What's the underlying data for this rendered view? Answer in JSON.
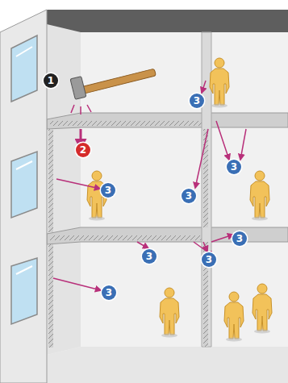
{
  "diagram": {
    "labels": [
      "1",
      "2",
      "3",
      "3",
      "3",
      "3",
      "3",
      "3",
      "3",
      "3"
    ]
  }
}
